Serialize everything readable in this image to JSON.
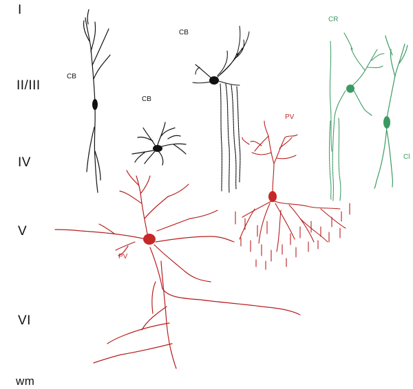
{
  "layers": [
    "I",
    "II/III",
    "IV",
    "V",
    "VI",
    "wm"
  ],
  "cells": {
    "cb1": {
      "label": "CB",
      "color": "#111111"
    },
    "cb2": {
      "label": "CB",
      "color": "#111111"
    },
    "cb3": {
      "label": "CB",
      "color": "#111111"
    },
    "cr": {
      "label": "CR",
      "color": "#3a9a62"
    },
    "cr2": {
      "label": "Cl",
      "color": "#3a9a62"
    },
    "pv1": {
      "label": "PV",
      "color": "#c62828"
    },
    "pv2": {
      "label": "PV",
      "color": "#c62828"
    }
  }
}
